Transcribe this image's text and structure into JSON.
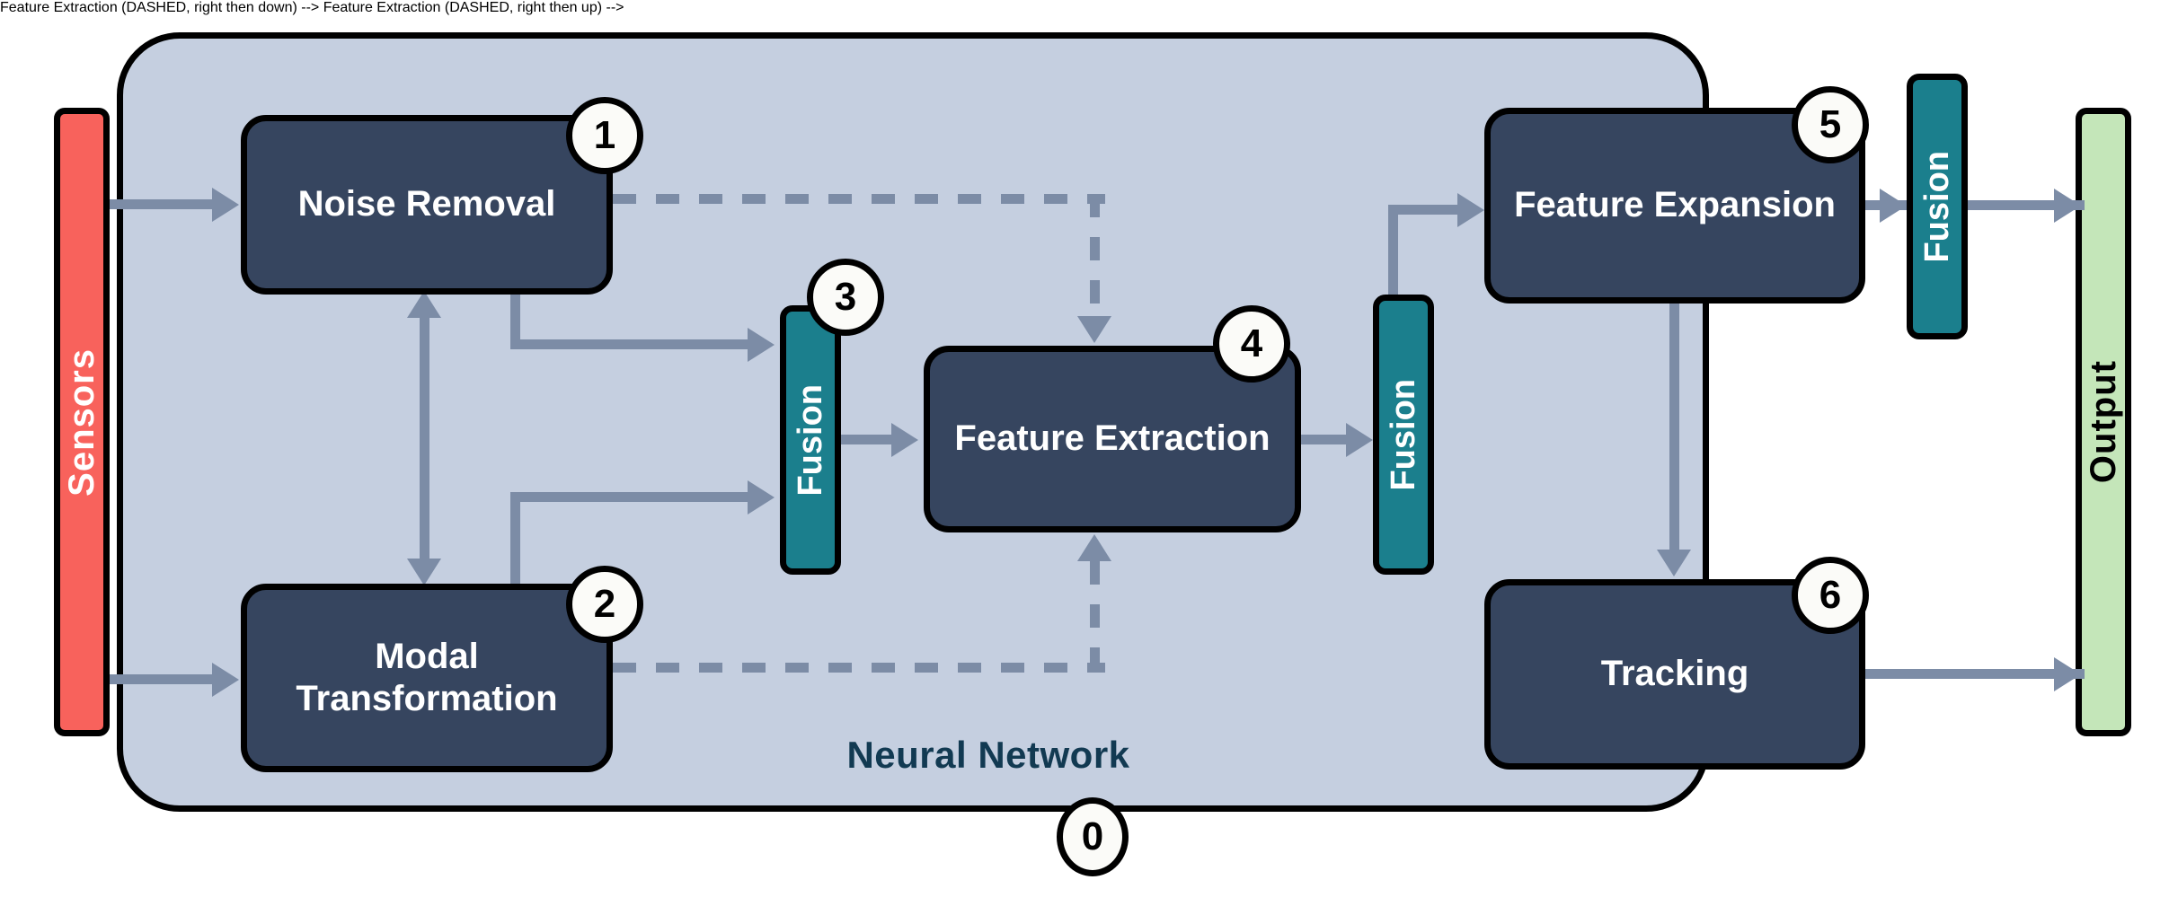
{
  "diagram": {
    "title": "Neural Network",
    "container_label": "Neural Network",
    "container_badge": "0",
    "io": {
      "input_label": "Sensors",
      "output_label": "Output",
      "input_color": "#f8625c",
      "output_color": "#c4e6b9"
    },
    "palette": {
      "container_fill": "#c5cfe0",
      "block_fill": "#36455f",
      "fusion_fill": "#1b7f8d",
      "connector": "#7c8ca6",
      "label_text": "#123a52",
      "outline": "#000000",
      "badge_fill": "#fbfbf8"
    },
    "blocks": [
      {
        "id": "noise-removal",
        "label": "Noise Removal",
        "badge": "1"
      },
      {
        "id": "modal-transformation",
        "label": "Modal Transformation",
        "badge": "2"
      },
      {
        "id": "fusion-3",
        "label": "Fusion",
        "badge": "3"
      },
      {
        "id": "feature-extraction",
        "label": "Feature Extraction",
        "badge": "4"
      },
      {
        "id": "fusion-4",
        "label": "Fusion",
        "badge": ""
      },
      {
        "id": "feature-expansion",
        "label": "Feature Expansion",
        "badge": "5"
      },
      {
        "id": "fusion-5",
        "label": "Fusion",
        "badge": ""
      },
      {
        "id": "tracking",
        "label": "Tracking",
        "badge": "6"
      }
    ],
    "connections": [
      {
        "from": "Sensors",
        "to": "Noise Removal",
        "style": "solid",
        "direction": "one-way"
      },
      {
        "from": "Sensors",
        "to": "Modal Transformation",
        "style": "solid",
        "direction": "one-way"
      },
      {
        "from": "Noise Removal",
        "to": "Modal Transformation",
        "style": "solid",
        "direction": "two-way"
      },
      {
        "from": "Noise Removal",
        "to": "Fusion 3",
        "style": "solid",
        "direction": "one-way"
      },
      {
        "from": "Modal Transformation",
        "to": "Fusion 3",
        "style": "solid",
        "direction": "one-way"
      },
      {
        "from": "Noise Removal",
        "to": "Feature Extraction",
        "style": "dashed",
        "direction": "one-way"
      },
      {
        "from": "Modal Transformation",
        "to": "Feature Extraction",
        "style": "dashed",
        "direction": "one-way"
      },
      {
        "from": "Fusion 3",
        "to": "Feature Extraction",
        "style": "solid",
        "direction": "one-way"
      },
      {
        "from": "Feature Extraction",
        "to": "Fusion 4",
        "style": "solid",
        "direction": "one-way"
      },
      {
        "from": "Fusion 4",
        "to": "Feature Expansion",
        "style": "solid",
        "direction": "one-way"
      },
      {
        "from": "Feature Expansion",
        "to": "Fusion 5",
        "style": "solid",
        "direction": "one-way"
      },
      {
        "from": "Feature Expansion",
        "to": "Tracking",
        "style": "solid",
        "direction": "one-way"
      },
      {
        "from": "Fusion 5",
        "to": "Output",
        "style": "solid",
        "direction": "one-way"
      },
      {
        "from": "Tracking",
        "to": "Output",
        "style": "solid",
        "direction": "one-way"
      }
    ]
  }
}
